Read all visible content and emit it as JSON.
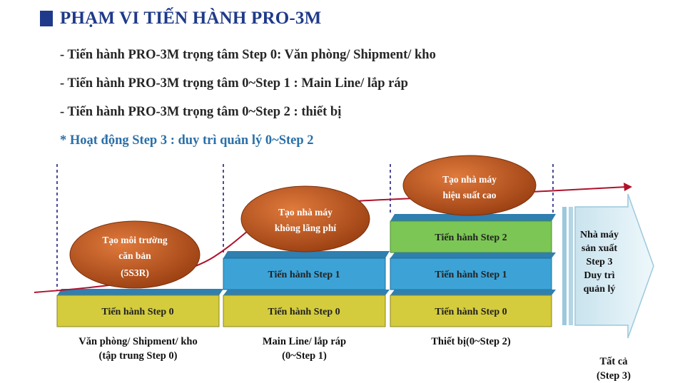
{
  "title": "PHẠM VI TIẾN HÀNH PRO-3M",
  "bullets": [
    "- Tiến hành PRO-3M trọng tâm Step 0: Văn phòng/ Shipment/ kho",
    "- Tiến hành PRO-3M trọng tâm 0~Step 1 : Main Line/ lắp ráp",
    "- Tiến hành PRO-3M trọng tâm 0~Step 2 : thiết bị"
  ],
  "highlight": "* Hoạt động Step 3 : duy trì quản lý 0~Step 2",
  "blocks": {
    "step0": "Tiến hành Step 0",
    "step1": "Tiến hành Step 1",
    "step2": "Tiến hành Step 2"
  },
  "ovals": [
    {
      "lines": [
        "Tạo môi trường",
        "căn bản",
        "(5S3R)"
      ]
    },
    {
      "lines": [
        "Tạo nhà máy",
        "không lãng phí"
      ]
    },
    {
      "lines": [
        "Tạo nhà máy",
        "hiệu suất cao"
      ]
    }
  ],
  "stage_labels": [
    {
      "line1": "Văn phòng/ Shipment/ kho",
      "line2": "(tập trung Step 0)"
    },
    {
      "line1": "Main Line/ lắp ráp",
      "line2": "(0~Step 1)"
    },
    {
      "line1": "Thiết bị(0~Step 2)",
      "line2": ""
    }
  ],
  "final_arrow": [
    "Nhà máy",
    "sản xuất",
    "Step 3",
    "Duy trì",
    "quản lý"
  ],
  "final_label": [
    "Tất cả",
    "(Step 3)"
  ],
  "colors": {
    "title": "#1f3a8a",
    "step0": "#d4cc3c",
    "step1": "#3da3d6",
    "step2": "#7cc655",
    "block_top": "#2f7fb0",
    "oval": "#b4541f",
    "trend_line": "#b0122a",
    "dashed": "#4b4b9a",
    "arrow": "#d5ecf3"
  }
}
